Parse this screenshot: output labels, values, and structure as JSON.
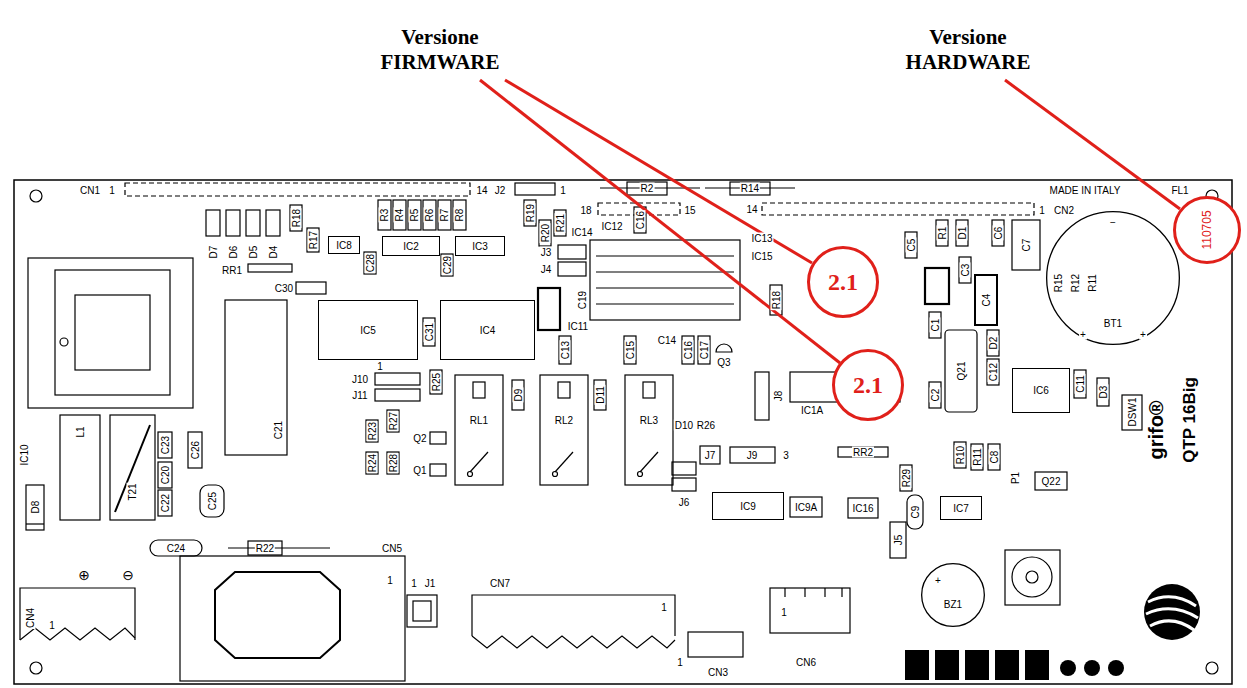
{
  "diagram": {
    "nodes": [
      {
        "text": [
          "IC8"
        ]
      },
      {
        "text": [
          "IC2"
        ]
      },
      {
        "text": [
          "IC3"
        ]
      },
      {
        "text": [
          "110705"
        ]
      },
      {
        "text": [
          "2.1"
        ]
      },
      {
        "text": [
          "IC5"
        ]
      },
      {
        "text": [
          "IC4"
        ]
      },
      {
        "text": [
          "BT1"
        ]
      },
      {
        "text": [
          "2.1"
        ]
      },
      {
        "text": [
          "IC6"
        ]
      },
      {
        "text": [
          "IC9"
        ]
      },
      {
        "text": [
          "IC7"
        ]
      },
      {
        "text": [
          "BZ1"
        ]
      }
    ],
    "labels": [
      "Versione FIRMWARE",
      "Versione HARDWARE",
      "CN1",
      "1",
      "14",
      "J2",
      "1",
      "R2",
      "R14",
      "MADE IN ITALY",
      "FL1",
      "18",
      "15",
      "14",
      "1",
      "CN2",
      "D7",
      "D6",
      "D5",
      "D4",
      "R18",
      "R17",
      "RR1",
      "R3",
      "R4",
      "R5",
      "R6",
      "R7",
      "R8",
      "C28",
      "C29",
      "R19",
      "R20",
      "R21",
      "IC14",
      "IC12",
      "C16",
      "IC13",
      "IC15",
      "J3",
      "J4",
      "R1",
      "D1",
      "C6",
      "C7",
      "C5",
      "C3",
      "C4",
      "R15",
      "R12",
      "R11",
      "C30",
      "C31",
      "C19",
      "IC11",
      "R18",
      "C13",
      "C15",
      "C14",
      "C16",
      "C17",
      "Q3",
      "J8",
      "IC1A",
      "C1",
      "Q21",
      "D2",
      "C2",
      "C12",
      "C11",
      "D3",
      "DSW1",
      "J10",
      "J11",
      "1",
      "R25",
      "D9",
      "D11",
      "RL1",
      "RL2",
      "RL3",
      "D10",
      "R26",
      "J7",
      "J9",
      "3",
      "J6",
      "RR2",
      "R10",
      "R11",
      "C8",
      "Q22",
      "P1",
      "R29",
      "C9",
      "IC9A",
      "J5",
      "R23",
      "R27",
      "Q2",
      "R24",
      "R28",
      "Q1",
      "C21",
      "IC10",
      "L1",
      "C23",
      "C26",
      "C20",
      "T21",
      "D8",
      "C22",
      "C25",
      "C24",
      "R22",
      "CN5",
      "1",
      "1",
      "J1",
      "CN7",
      "1",
      "1",
      "CN3",
      "CN6",
      "1",
      "CN4",
      "1",
      "⊕",
      "⊖",
      "−",
      "+",
      "+",
      "+",
      "grifo®",
      "QTP 16Big",
      "IC16"
    ]
  }
}
